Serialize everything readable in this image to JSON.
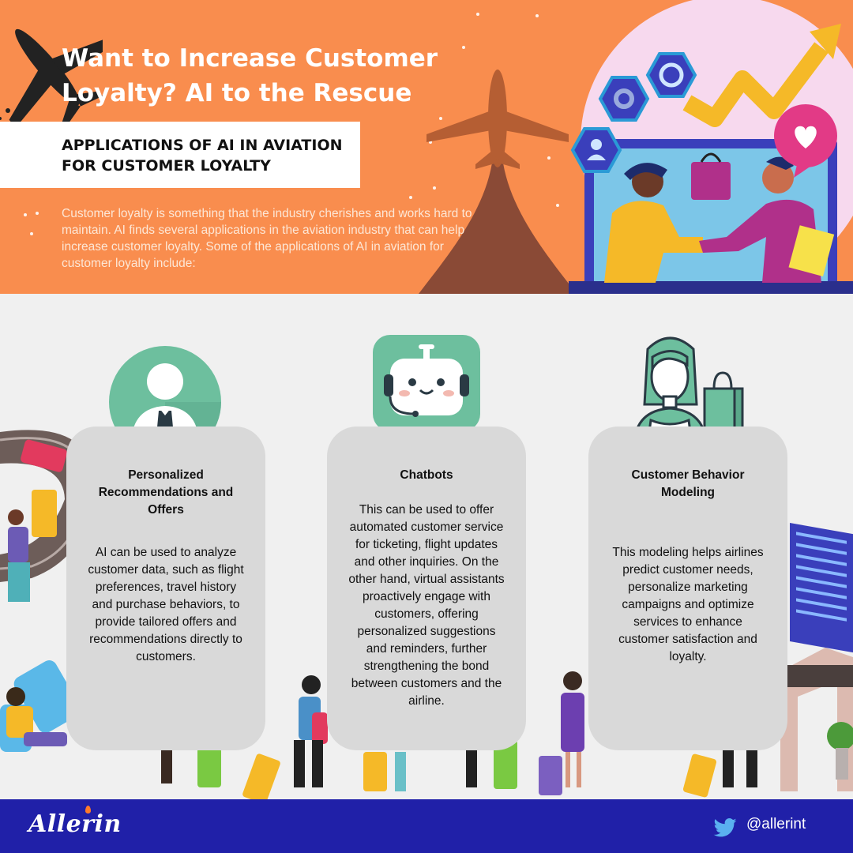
{
  "header": {
    "title": "Want to Increase Customer Loyalty? AI to the Rescue",
    "subtitle": "APPLICATIONS OF AI IN AVIATION FOR CUSTOMER LOYALTY",
    "intro": "Customer loyalty is something that the industry cherishes and works hard to maintain. AI finds several applications in the aviation industry that can help increase customer loyalty. Some of the applications of AI in aviation for customer loyalty include:"
  },
  "cards": [
    {
      "title": "Personalized Recommendations and Offers",
      "body": "AI can be used to analyze customer data, such as flight preferences, travel history and purchase behaviors, to provide tailored offers and recommendations directly to customers.",
      "icon": "businessman-icon"
    },
    {
      "title": "Chatbots",
      "body": "This can be used to offer automated customer service for ticketing, flight updates and other inquiries. On the other hand, virtual assistants proactively engage with customers, offering personalized suggestions and reminders, further strengthening the bond between customers and the airline.",
      "icon": "chatbot-icon"
    },
    {
      "title": "Customer Behavior Modeling",
      "body": "This modeling helps airlines predict customer needs, personalize marketing campaigns and optimize services to enhance customer satisfaction and loyalty.",
      "icon": "shopper-icon"
    }
  ],
  "footer": {
    "brand": "Allerin",
    "handle": "@allerint",
    "social_icon": "twitter-icon"
  },
  "colors": {
    "header_bg": "#f98d4e",
    "footer_bg": "#2020a8",
    "card_bg": "#d9d9d9",
    "icon_teal": "#6dbf9e"
  }
}
